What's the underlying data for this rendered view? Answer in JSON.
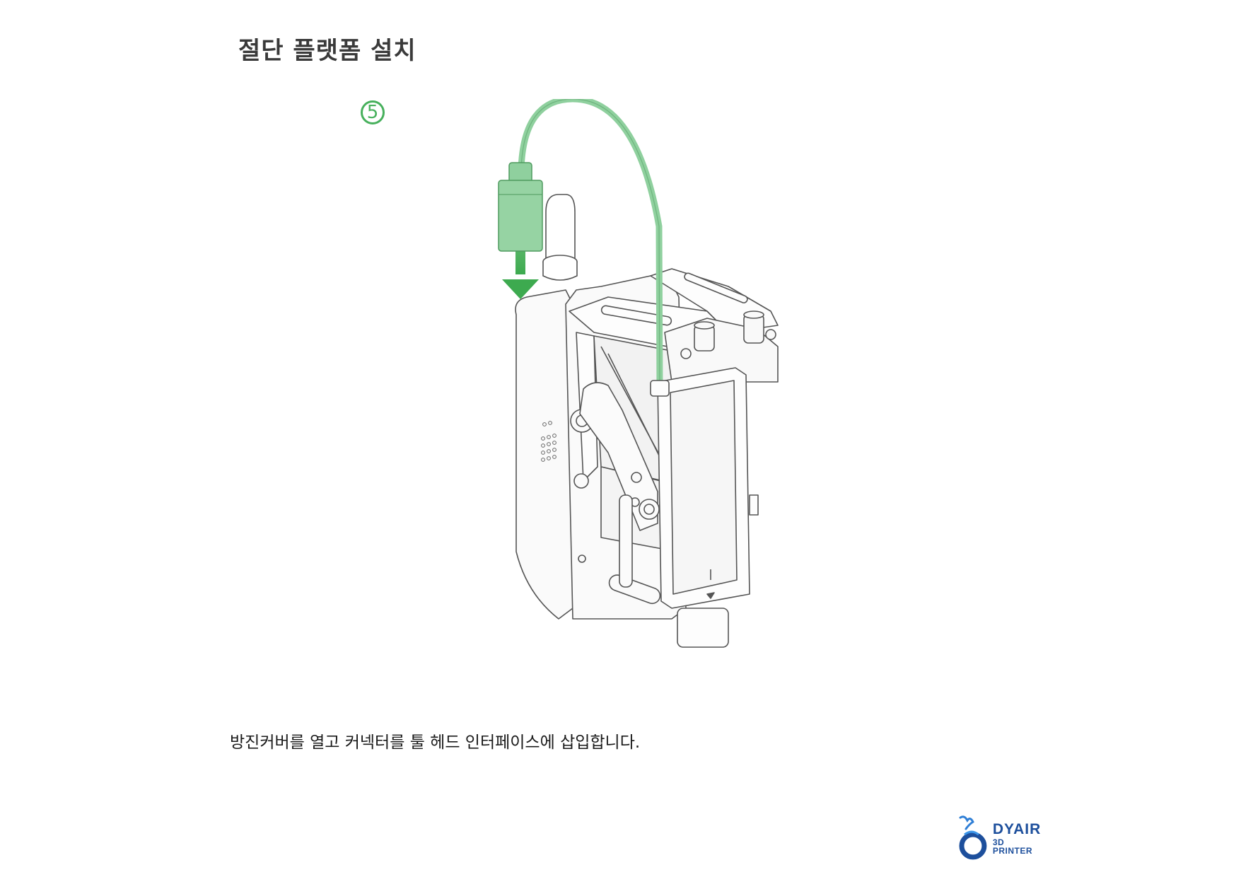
{
  "page": {
    "title": "절단 플랫폼 설치",
    "step_number": "5",
    "instruction": "방진커버를 열고 커넥터를 툴 헤드 인터페이스에 삽입합니다."
  },
  "logo": {
    "name": "DYAIR",
    "subtitle": "3D PRINTER"
  },
  "colors": {
    "accent_green": "#47b05c",
    "cable_green": "#8fd09e",
    "arrow_green": "#3daa4f",
    "logo_blue": "#1d4f9c",
    "line_gray": "#555555"
  },
  "icons": {
    "illustration": "tool-head-connector-illustration",
    "arrow": "down-arrow-icon",
    "logo": "dyair-logo-icon"
  }
}
